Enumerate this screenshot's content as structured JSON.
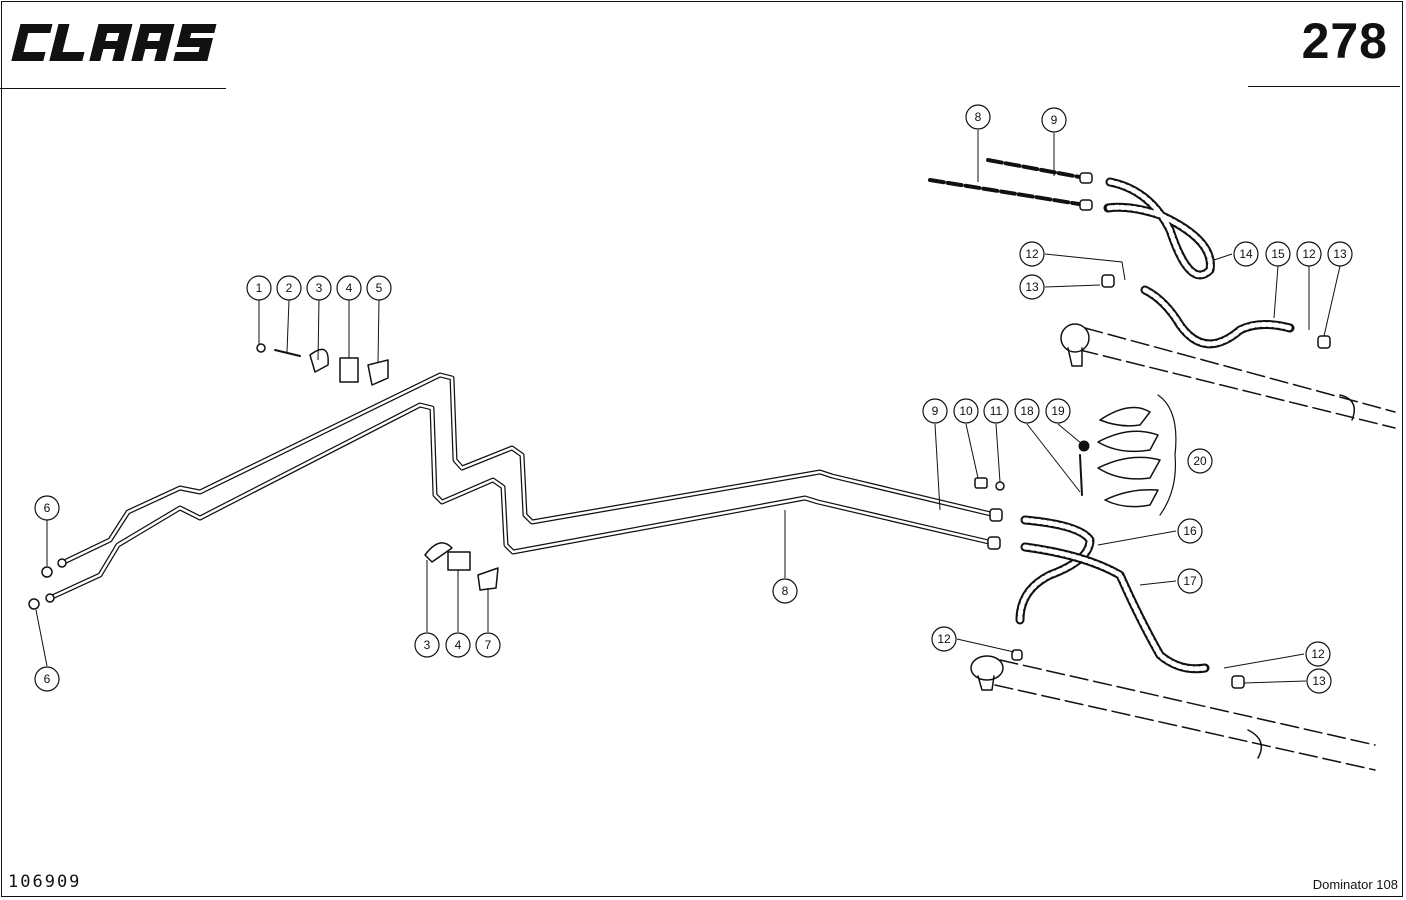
{
  "header": {
    "brand_logo_text": "CLAAS",
    "page_number": "278"
  },
  "footer": {
    "drawing_number": "106909",
    "model": "Dominator 108"
  },
  "callouts": [
    "1",
    "2",
    "3",
    "4",
    "5",
    "6",
    "6",
    "3",
    "4",
    "7",
    "8",
    "9",
    "8",
    "9",
    "10",
    "11",
    "18",
    "19",
    "20",
    "16",
    "17",
    "12",
    "13",
    "12",
    "13",
    "14",
    "15",
    "12",
    "13",
    "12"
  ]
}
